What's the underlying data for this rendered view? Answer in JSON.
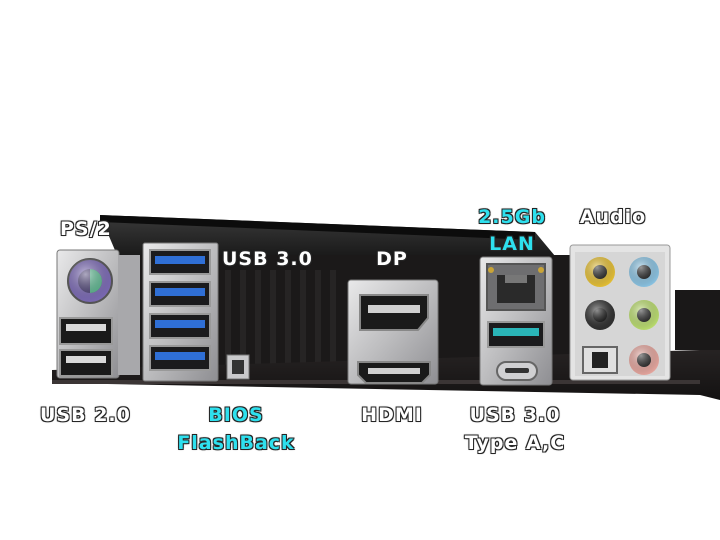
{
  "labels": {
    "ps2": "PS/2",
    "usb2": "USB 2.0",
    "usb3_top": "USB 3.0",
    "bios_line1": "BIOS",
    "bios_line2": "FlashBack",
    "dp": "DP",
    "hdmi": "HDMI",
    "lan_line1": "2.5Gb",
    "lan_line2": "LAN",
    "usb3_bottom_line1": "USB 3.0",
    "usb3_bottom_line2": "Type A,C",
    "audio": "Audio"
  },
  "colors": {
    "highlight_label": "#2ee0ee",
    "normal_label": "#ffffff",
    "usb3_port": "#2f6fd6",
    "usb31_port": "#2ab5b8",
    "ps2_port": "#7d6bb8"
  }
}
